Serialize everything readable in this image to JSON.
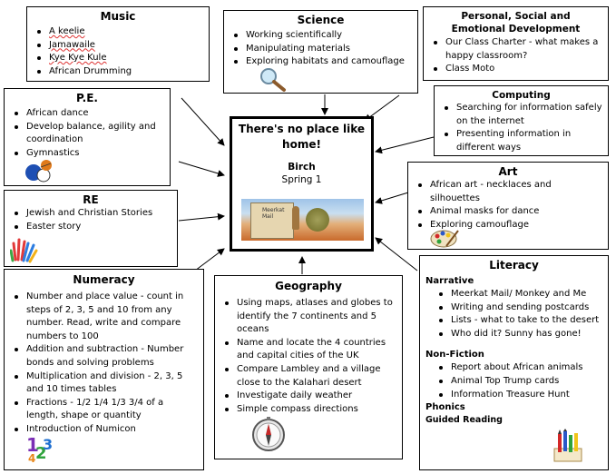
{
  "music": {
    "title": "Music",
    "items": [
      "A keelie",
      "Jamawaile",
      "Kye Kye Kule",
      "African Drumming"
    ]
  },
  "science": {
    "title": "Science",
    "items": [
      "Working scientifically",
      "Manipulating materials",
      "Exploring habitats and camouflage"
    ]
  },
  "pshe": {
    "title": "Personal, Social and Emotional Development",
    "items": [
      "Our Class Charter - what makes a happy classroom?",
      "Class Moto"
    ]
  },
  "pe": {
    "title": "P.E.",
    "items": [
      "African dance",
      "Develop balance, agility and coordination",
      "Gymnastics"
    ]
  },
  "computing": {
    "title": "Computing",
    "items": [
      "Searching for information safely on the internet",
      "Presenting information in different ways"
    ]
  },
  "center": {
    "title": "There's no place like home!",
    "class": "Birch",
    "term": "Spring 1",
    "sign_line1": "Meerkat",
    "sign_line2": "Mail"
  },
  "art": {
    "title": "Art",
    "items": [
      "African art - necklaces and silhouettes",
      "Animal masks for dance",
      "Exploring camouflage"
    ]
  },
  "re": {
    "title": "RE",
    "items": [
      "Jewish and Christian Stories",
      "Easter story"
    ]
  },
  "numeracy": {
    "title": "Numeracy",
    "items": [
      "Number and place value - count in steps of 2, 3, 5 and 10 from any number. Read, write and compare numbers to 100",
      "Addition and subtraction - Number bonds and solving problems",
      "Multiplication and division - 2, 3, 5 and 10 times tables",
      "Fractions - 1/2 1/4 1/3 3/4 of a length, shape or quantity",
      "Introduction of Numicon"
    ]
  },
  "geography": {
    "title": "Geography",
    "items": [
      "Using maps, atlases and globes to identify  the 7 continents and 5 oceans",
      "Name and locate the 4 countries and capital cities of the UK",
      "Compare Lambley and a village close to the Kalahari desert",
      "Investigate daily weather",
      "Simple compass directions"
    ]
  },
  "literacy": {
    "title": "Literacy",
    "narrative_heading": "Narrative",
    "narrative_items": [
      "Meerkat Mail/ Monkey and Me",
      "Writing and sending postcards",
      "Lists - what to take to the desert",
      "Who did it? Sunny has gone!"
    ],
    "nonfiction_heading": "Non-Fiction",
    "nonfiction_items": [
      "Report about African animals",
      "Animal Top Trump cards",
      "Information Treasure Hunt"
    ],
    "phonics_heading": "Phonics",
    "guided_reading": "Guided Reading"
  },
  "icons": [
    "magnifier-icon",
    "sports-balls-icon",
    "hands-icon",
    "palette-icon",
    "numbers-icon",
    "compass-icon",
    "art-supplies-icon"
  ]
}
